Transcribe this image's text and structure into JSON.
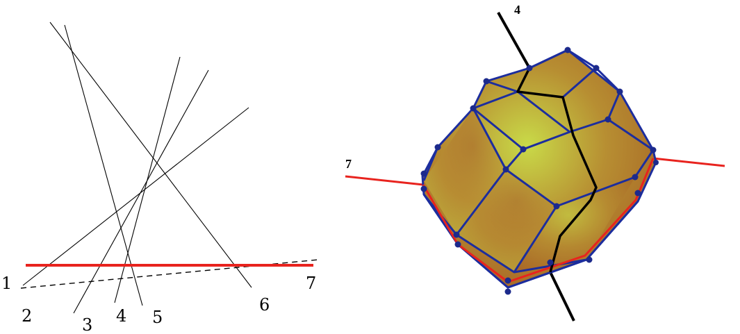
{
  "left_diagram": {
    "labels": [
      "1",
      "2",
      "3",
      "4",
      "5",
      "6",
      "7"
    ]
  },
  "right_diagram": {
    "labels": {
      "top": "4",
      "left": "7"
    }
  },
  "colors": {
    "line": "#000000",
    "highlight": "#e8231e",
    "edge": "#1c2d9e",
    "vertex": "#1c2a8c",
    "face_light": "#c6d94a",
    "face_dark": "#a35a22"
  }
}
